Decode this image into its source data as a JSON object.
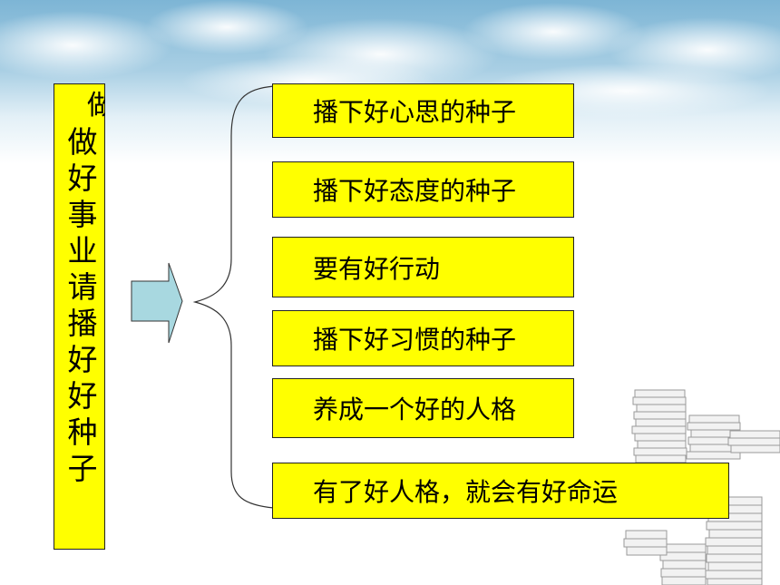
{
  "slide": {
    "main_label_partial": "做",
    "main_label": "做好事业请播好好种子",
    "items": [
      "播下好心思的种子",
      "播下好态度的种子",
      "要有好行动",
      "播下好习惯的种子",
      "养成一个好的人格",
      "有了好人格，就会有好命运"
    ]
  },
  "colors": {
    "box_fill": "#ffff00",
    "arrow_fill": "#a8d8e0",
    "sky_top": "#7fb6d6",
    "sky_bottom": "#ffffff"
  }
}
